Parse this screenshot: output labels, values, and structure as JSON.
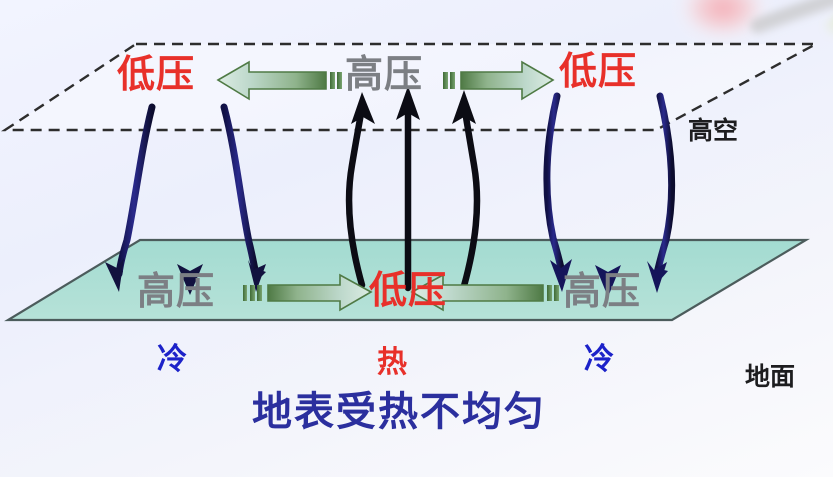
{
  "diagram": {
    "title_caption": "地表受热不均匀",
    "background_color": "#eef0fd",
    "upper_plane": {
      "name": "高空",
      "label": "高空",
      "style": "dashed-parallelogram",
      "stroke_color": "#2a2a2a"
    },
    "ground_plane": {
      "name": "地面",
      "label": "地面",
      "style": "filled-parallelogram",
      "fill_color": "#a9ddd4",
      "stroke_color": "#4a5a5a"
    },
    "pressure_labels": {
      "low_pressure": "低压",
      "high_pressure": "高压",
      "low_pressure_color": "#e8302a",
      "high_pressure_color": "#7c7f84"
    },
    "upper_level": {
      "left_label": "低压",
      "center_label": "高压",
      "right_label": "低压"
    },
    "ground_level": {
      "left_label": "高压",
      "center_label": "低压",
      "right_label": "高压"
    },
    "temperature_labels": {
      "left": "冷",
      "center": "热",
      "right": "冷",
      "cold_color": "#1c22c9",
      "hot_color": "#e8302a"
    },
    "flow_arrows": {
      "green_arrow_color": "#8fc4ae",
      "green_arrow_edge": "#3f6b3a",
      "descending_arrow_color": "#1a1a5e",
      "ascending_arrow_color": "#0d0d14",
      "upper_left_direction": "left",
      "upper_right_direction": "right",
      "ground_left_direction": "right",
      "ground_right_direction": "left"
    }
  }
}
